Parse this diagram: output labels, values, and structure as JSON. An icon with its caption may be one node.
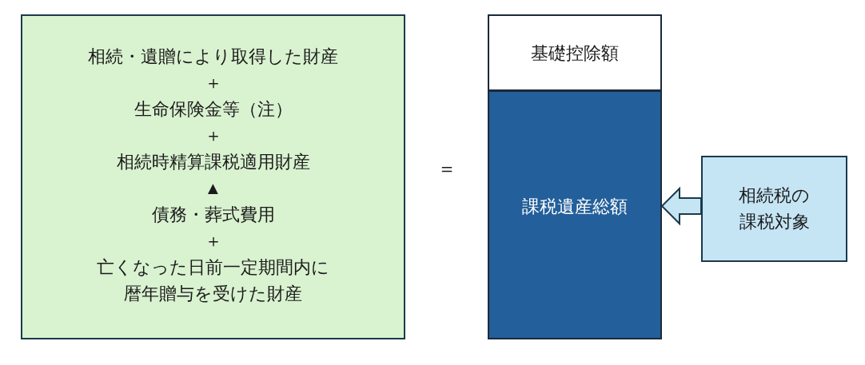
{
  "diagram": {
    "nodes": [
      {
        "text": [
          "相続・遺贈により取得した財産",
          "＋",
          "生命保険金等（注）",
          "＋",
          "相続時精算課税適用財産",
          "▲",
          "債務・葬式費用",
          "＋",
          "亡くなった日前一定期間内に暦年贈与を受けた財産"
        ]
      },
      {
        "text": [
          "基礎控除額"
        ]
      },
      {
        "text": [
          "課税遺産総額"
        ]
      },
      {
        "text": [
          "相続税の課税対象"
        ]
      }
    ],
    "edges": [
      {
        "from": 3,
        "to": 2,
        "arrow": "to"
      }
    ],
    "labels": [
      "＝"
    ]
  }
}
